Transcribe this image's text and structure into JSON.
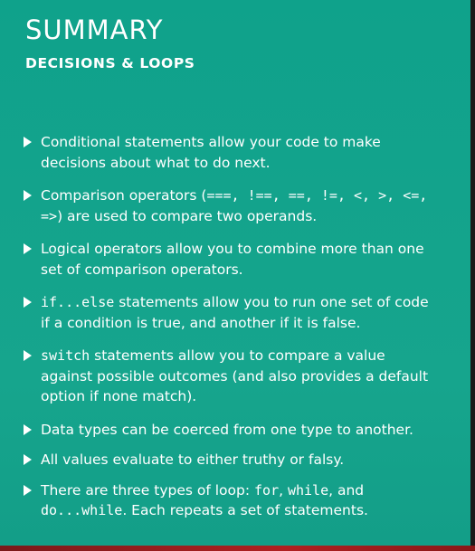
{
  "header": {
    "title": "SUMMARY",
    "subtitle": "DECISIONS & LOOPS"
  },
  "bullets": [
    {
      "text": "Conditional statements allow your code to make decisions about what to do next."
    },
    {
      "text_before": "Comparison operators (",
      "operators": "===, !==, ==, !=, <, >, <=, =>",
      "text_after": ") are used to compare two operands."
    },
    {
      "text": "Logical operators allow you to combine more than one set of comparison operators."
    },
    {
      "code": "if...else",
      "text": " statements allow you to run one set of code if a condition is true, and another if it is false."
    },
    {
      "code": "switch",
      "text": " statements allow you to compare a value against possible outcomes (and also provides a default option if none match)."
    },
    {
      "text": "Data types can be coerced from one type to another."
    },
    {
      "text": "All values evaluate to either truthy or falsy."
    },
    {
      "text_before": "There are three types of loop: ",
      "code_for": "for",
      "comma": ", ",
      "code_while": "while",
      "and": ", and ",
      "code_dowhile": "do...while",
      "text_after": ". Each repeats a set of statements."
    }
  ]
}
